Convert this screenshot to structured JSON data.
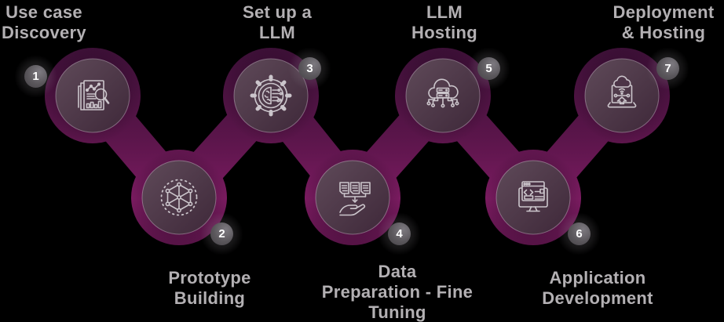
{
  "steps": [
    {
      "number": "1",
      "label": "Use case\nDiscovery",
      "icon": "report-analysis-icon",
      "position": "top"
    },
    {
      "number": "2",
      "label": "Prototype\nBuilding",
      "icon": "cube-network-icon",
      "position": "bottom"
    },
    {
      "number": "3",
      "label": "Set up a\nLLM",
      "icon": "gear-brain-icon",
      "position": "top"
    },
    {
      "number": "4",
      "label": "Data\nPreparation - Fine\nTuning",
      "icon": "documents-hand-icon",
      "position": "bottom"
    },
    {
      "number": "5",
      "label": "LLM\nHosting",
      "icon": "cloud-server-icon",
      "position": "top"
    },
    {
      "number": "6",
      "label": "Application\nDevelopment",
      "icon": "monitor-code-icon",
      "position": "bottom"
    },
    {
      "number": "7",
      "label": "Deployment\n& Hosting",
      "icon": "laptop-cloud-upload-icon",
      "position": "top"
    }
  ],
  "theme": {
    "background": "#000000",
    "band_dark": "#3a0f35",
    "band_mid": "#5a154a",
    "band_bright": "#7a1b60",
    "band_bottom": "#521243",
    "inner_top": "#5f4a59",
    "inner_bottom": "#3e2839",
    "inner_ring": "#cdc0cd",
    "icon_stroke": "#cbc5cb",
    "label_color": "#b3b0b3",
    "badge_bg": "#4a474b",
    "badge_highlight": "#757278",
    "badge_text": "#ffffff"
  }
}
